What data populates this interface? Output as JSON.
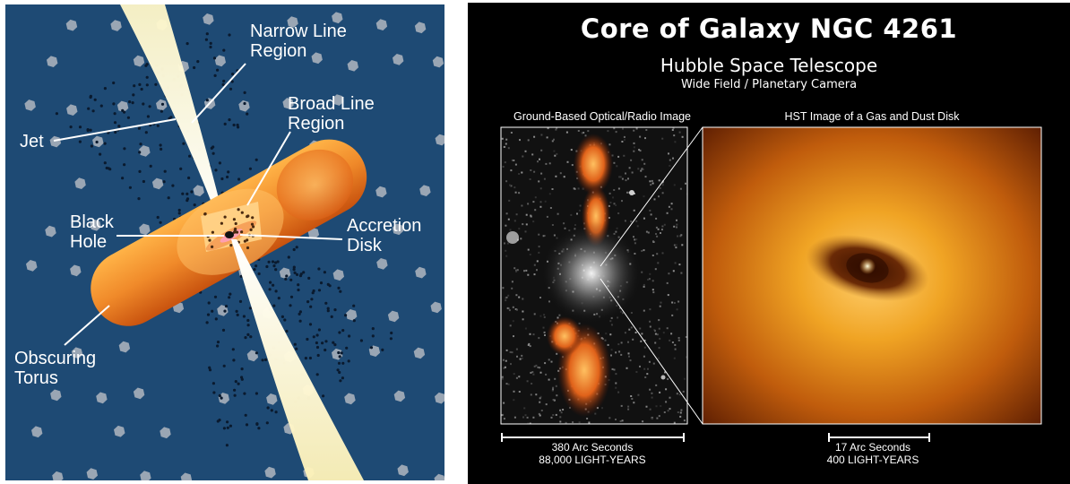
{
  "left_diagram": {
    "labels": {
      "narrow_line_region": "Narrow Line\nRegion",
      "broad_line_region": "Broad Line\nRegion",
      "jet": "Jet",
      "black_hole": "Black\nHole",
      "accretion_disk": "Accretion\nDisk",
      "obscuring_torus": "Obscuring\nTorus"
    },
    "colors": {
      "background": "#1e4a74",
      "torus": "#e8751f",
      "jet": "#fff2b0",
      "clouds": "#9aa6b4",
      "dots": "#0a1a2e"
    }
  },
  "right_panel": {
    "title": "Core of Galaxy NGC 4261",
    "subtitle": "Hubble Space Telescope",
    "instrument": "Wide Field / Planetary Camera",
    "ground_caption": "Ground-Based Optical/Radio Image",
    "hst_caption": "HST Image of a Gas and Dust Disk",
    "ground_scale": {
      "arc": "380 Arc Seconds",
      "distance": "88,000 LIGHT-YEARS"
    },
    "hst_scale": {
      "arc": "17 Arc Seconds",
      "distance": "400 LIGHT-YEARS"
    },
    "colors": {
      "background": "#000000",
      "radio_lobes": "#f07a18",
      "disk_glow": "#f5a020"
    }
  }
}
